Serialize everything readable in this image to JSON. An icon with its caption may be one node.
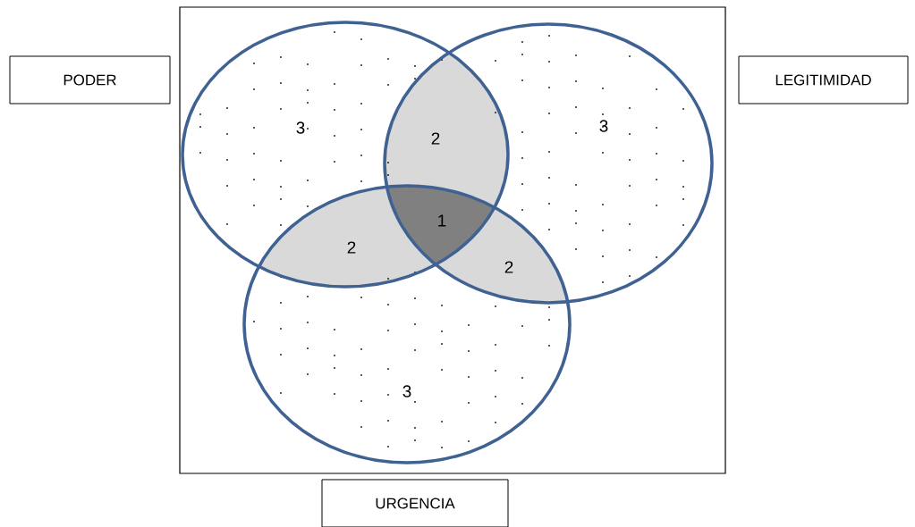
{
  "diagram": {
    "nodes": [
      {
        "text": [
          "PODER"
        ]
      },
      {
        "text": [
          "LEGITIMIDAD"
        ]
      },
      {
        "text": [
          "URGENCIA"
        ]
      }
    ],
    "labels": [
      "3",
      "2",
      "3",
      "1",
      "2",
      "2",
      "3"
    ]
  }
}
